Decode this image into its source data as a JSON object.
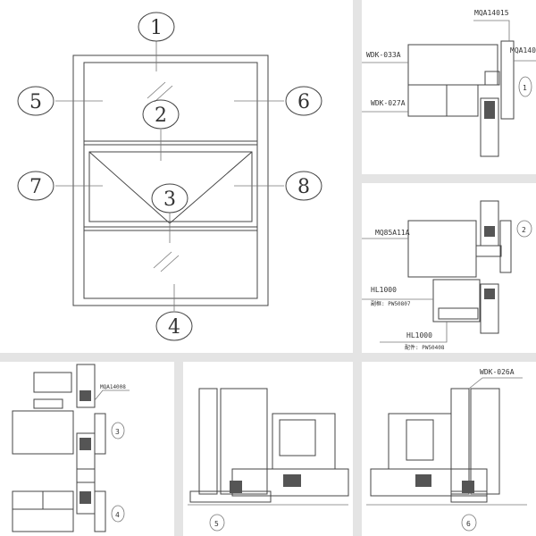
{
  "elevation": {
    "markers": [
      "1",
      "2",
      "3",
      "4",
      "5",
      "6",
      "7",
      "8"
    ]
  },
  "detail_1": {
    "marker": "1",
    "labels": [
      "MQA14015",
      "MQA140",
      "WDK-033A",
      "WDK-027A"
    ]
  },
  "detail_2": {
    "marker": "2",
    "labels": [
      "MQ85A11A",
      "HL1000",
      "副框: PW50807",
      "HL1000",
      "配件: PW50408"
    ]
  },
  "detail_34": {
    "markers": [
      "3",
      "4"
    ],
    "labels": [
      "MQA14008"
    ]
  },
  "detail_5": {
    "marker": "5"
  },
  "detail_6": {
    "marker": "6",
    "labels": [
      "WDK-026A"
    ]
  }
}
